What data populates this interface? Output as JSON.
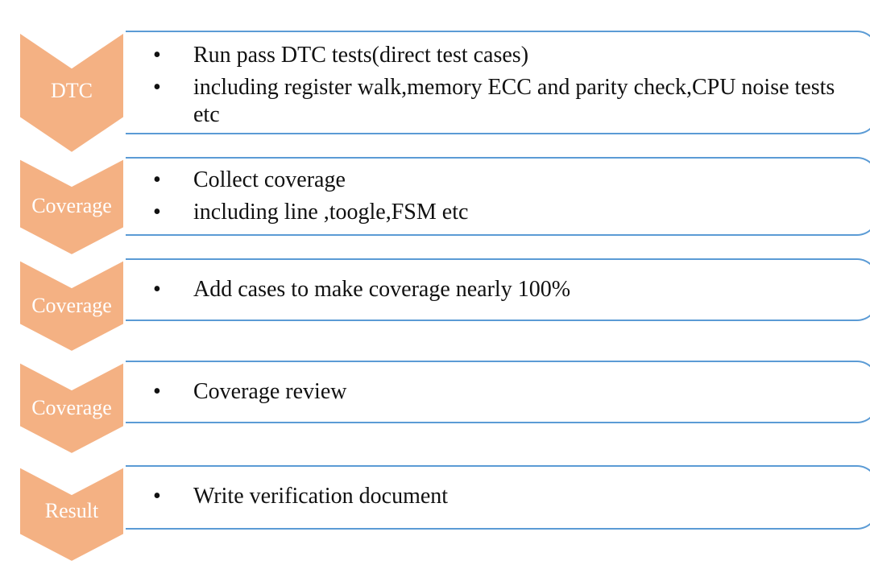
{
  "colors": {
    "chevron_fill": "#f4b183",
    "chevron_stroke": "#ffffff",
    "box_border": "#5b9bd5"
  },
  "steps": [
    {
      "label": "DTC",
      "bullets": [
        "Run pass DTC tests(direct test cases)",
        "including register walk,memory ECC and parity check,CPU noise tests etc"
      ]
    },
    {
      "label": "Coverage",
      "bullets": [
        "Collect coverage",
        "including line ,toogle,FSM etc"
      ]
    },
    {
      "label": "Coverage",
      "bullets": [
        "Add cases to make coverage nearly 100%"
      ]
    },
    {
      "label": "Coverage",
      "bullets": [
        "Coverage review"
      ]
    },
    {
      "label": "Result",
      "bullets": [
        "Write verification document"
      ]
    }
  ]
}
